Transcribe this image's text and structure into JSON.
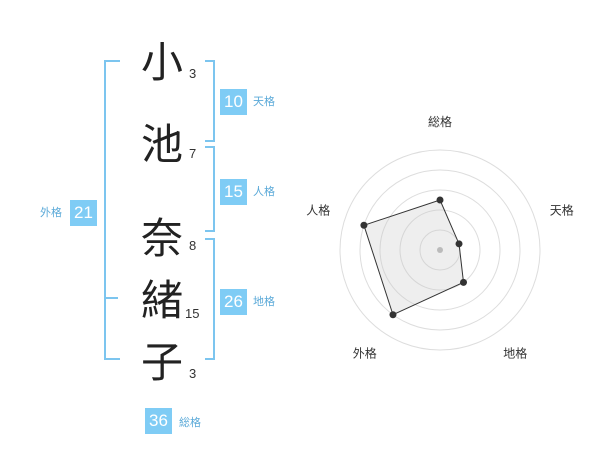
{
  "name": {
    "chars": [
      {
        "char": "小",
        "strokes": "3"
      },
      {
        "char": "池",
        "strokes": "7"
      },
      {
        "char": "奈",
        "strokes": "8"
      },
      {
        "char": "緒",
        "strokes": "15"
      },
      {
        "char": "子",
        "strokes": "3"
      }
    ]
  },
  "fortunes": {
    "tenkaku": {
      "value": "10",
      "label": "天格"
    },
    "jinkaku": {
      "value": "15",
      "label": "人格"
    },
    "chikaku": {
      "value": "26",
      "label": "地格"
    },
    "gaikaku": {
      "value": "21",
      "label": "外格"
    },
    "soukaku": {
      "value": "36",
      "label": "総格"
    }
  },
  "colors": {
    "accent": "#7fccf5",
    "bracket": "#7cc5ef",
    "label": "#5aa9d8"
  },
  "chart_data": {
    "type": "radar",
    "axes": [
      "総格",
      "天格",
      "地格",
      "外格",
      "人格"
    ],
    "values": [
      2.5,
      1,
      2,
      4,
      4
    ],
    "max": 5,
    "rings": 5
  }
}
